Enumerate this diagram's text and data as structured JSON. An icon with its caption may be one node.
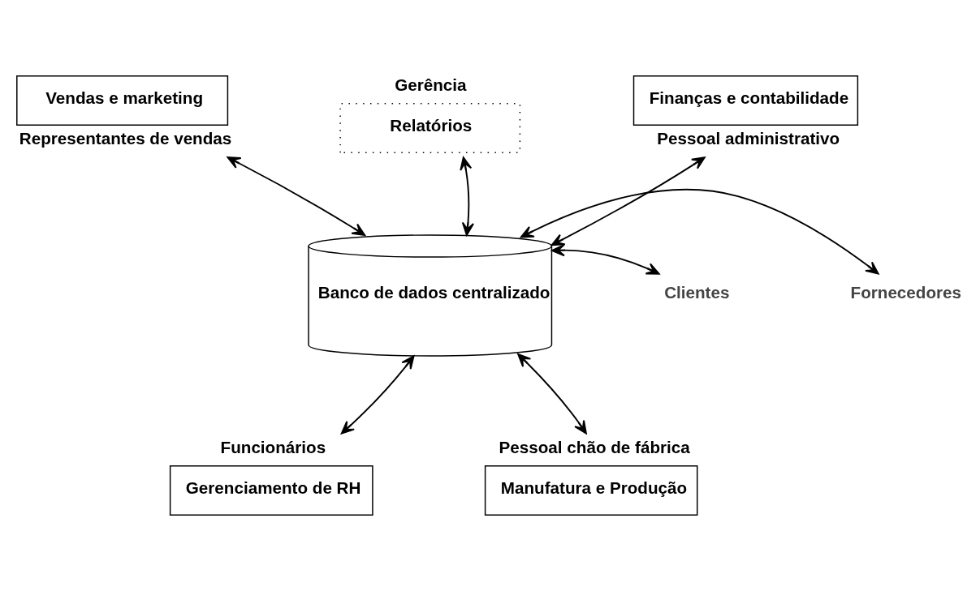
{
  "diagram": {
    "nodes": [
      {
        "text": [
          "Banco de dados centralizado"
        ]
      },
      {
        "text": [
          "Vendas e marketing"
        ],
        "beside": [
          "Representantes de vendas"
        ]
      },
      {
        "text": [
          "Gerência",
          "Relatórios"
        ]
      },
      {
        "text": [
          "Finanças e contabilidade"
        ],
        "beside": [
          "Pessoal administrativo"
        ]
      },
      {
        "text": [
          "Clientes"
        ]
      },
      {
        "text": [
          "Fornecedores"
        ]
      },
      {
        "text": [
          "Gerenciamento de RH"
        ],
        "beside": [
          "Funcionários"
        ]
      },
      {
        "text": [
          "Manufatura e Produção"
        ],
        "beside": [
          "Pessoal chão de fábrica"
        ]
      }
    ],
    "edges": [
      {
        "from": 1,
        "to": 0,
        "arrow": "both"
      },
      {
        "from": 2,
        "to": 0,
        "arrow": "both"
      },
      {
        "from": 3,
        "to": 0,
        "arrow": "both"
      },
      {
        "from": 4,
        "to": 0,
        "arrow": "both"
      },
      {
        "from": 0,
        "to": 5,
        "arrow": "both"
      },
      {
        "from": 6,
        "to": 0,
        "arrow": "both"
      },
      {
        "from": 7,
        "to": 0,
        "arrow": "both"
      }
    ]
  }
}
